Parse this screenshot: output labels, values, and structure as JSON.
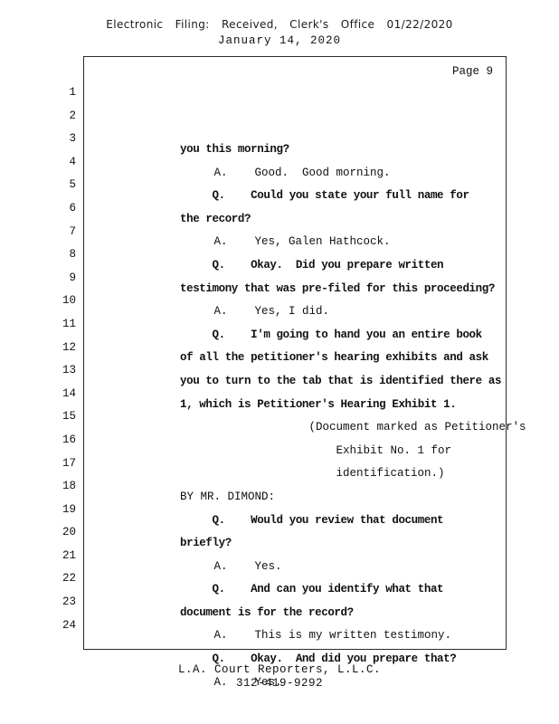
{
  "header": {
    "filing_stamp": "Electronic Filing: Received, Clerk's Office 01/22/2020",
    "hearing_date": "January 14, 2020"
  },
  "page": {
    "label": "Page 9",
    "lines": [
      {
        "num": 1,
        "text": "you this morning?",
        "bold": true
      },
      {
        "num": 2,
        "text": "     A.    Good.  Good morning.",
        "bold": false
      },
      {
        "num": 3,
        "text": "     Q.    Could you state your full name for",
        "bold": true
      },
      {
        "num": 4,
        "text": "the record?",
        "bold": true
      },
      {
        "num": 5,
        "text": "     A.    Yes, Galen Hathcock.",
        "bold": false
      },
      {
        "num": 6,
        "text": "     Q.    Okay.  Did you prepare written",
        "bold": true
      },
      {
        "num": 7,
        "text": "testimony that was pre-filed for this proceeding?",
        "bold": true
      },
      {
        "num": 8,
        "text": "     A.    Yes, I did.",
        "bold": false
      },
      {
        "num": 9,
        "text": "     Q.    I'm going to hand you an entire book",
        "bold": true
      },
      {
        "num": 10,
        "text": "of all the petitioner's hearing exhibits and ask",
        "bold": true
      },
      {
        "num": 11,
        "text": "you to turn to the tab that is identified there as",
        "bold": true
      },
      {
        "num": 12,
        "text": "1, which is Petitioner's Hearing Exhibit 1.",
        "bold": true
      },
      {
        "num": 13,
        "text": "                   (Document marked as Petitioner's",
        "bold": false
      },
      {
        "num": 14,
        "text": "                       Exhibit No. 1 for",
        "bold": false
      },
      {
        "num": 15,
        "text": "                       identification.)",
        "bold": false
      },
      {
        "num": 16,
        "text": "BY MR. DIMOND:",
        "bold": false
      },
      {
        "num": 17,
        "text": "     Q.    Would you review that document",
        "bold": true
      },
      {
        "num": 18,
        "text": "briefly?",
        "bold": true
      },
      {
        "num": 19,
        "text": "     A.    Yes.",
        "bold": false
      },
      {
        "num": 20,
        "text": "     Q.    And can you identify what that",
        "bold": true
      },
      {
        "num": 21,
        "text": "document is for the record?",
        "bold": true
      },
      {
        "num": 22,
        "text": "     A.    This is my written testimony.",
        "bold": false
      },
      {
        "num": 23,
        "text": "     Q.    Okay.  And did you prepare that?",
        "bold": true
      },
      {
        "num": 24,
        "text": "     A.    Yes.",
        "bold": false
      }
    ]
  },
  "footer": {
    "company": "L.A. Court Reporters, L.L.C.",
    "phone": "312-419-9292"
  }
}
